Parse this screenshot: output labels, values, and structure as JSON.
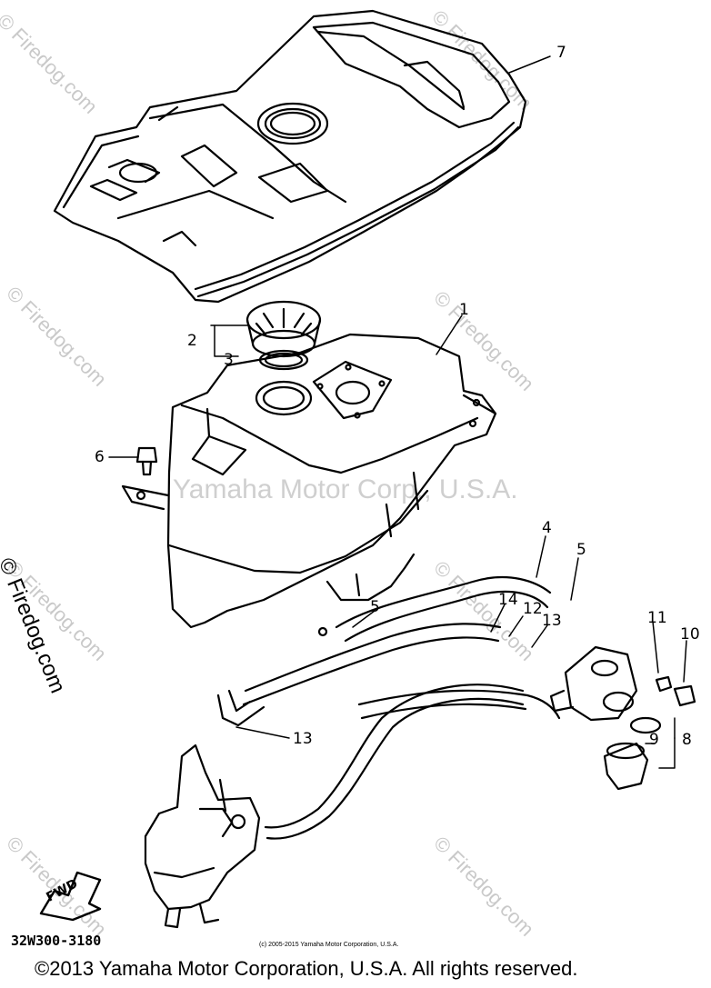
{
  "callouts": [
    {
      "id": "1",
      "label": "1"
    },
    {
      "id": "2",
      "label": "2"
    },
    {
      "id": "3",
      "label": "3"
    },
    {
      "id": "4",
      "label": "4"
    },
    {
      "id": "5a",
      "label": "5"
    },
    {
      "id": "5b",
      "label": "5"
    },
    {
      "id": "6",
      "label": "6"
    },
    {
      "id": "7",
      "label": "7"
    },
    {
      "id": "8",
      "label": "8"
    },
    {
      "id": "9",
      "label": "9"
    },
    {
      "id": "10",
      "label": "10"
    },
    {
      "id": "11",
      "label": "11"
    },
    {
      "id": "12",
      "label": "12"
    },
    {
      "id": "13a",
      "label": "13"
    },
    {
      "id": "13b",
      "label": "13"
    },
    {
      "id": "14",
      "label": "14"
    }
  ],
  "watermark_text": "Yamaha Motor Corp., U.S.A.",
  "side_watermark": "© Firedog.com",
  "corner_watermark": "© Firedog.com",
  "fwd_label": "FWD",
  "drawing_code": "32W300-3180",
  "small_copyright": "(c) 2005-2015 Yamaha Motor Corporation, U.S.A.",
  "footer_copyright": "©2013 Yamaha Motor Corporation, U.S.A. All rights reserved."
}
